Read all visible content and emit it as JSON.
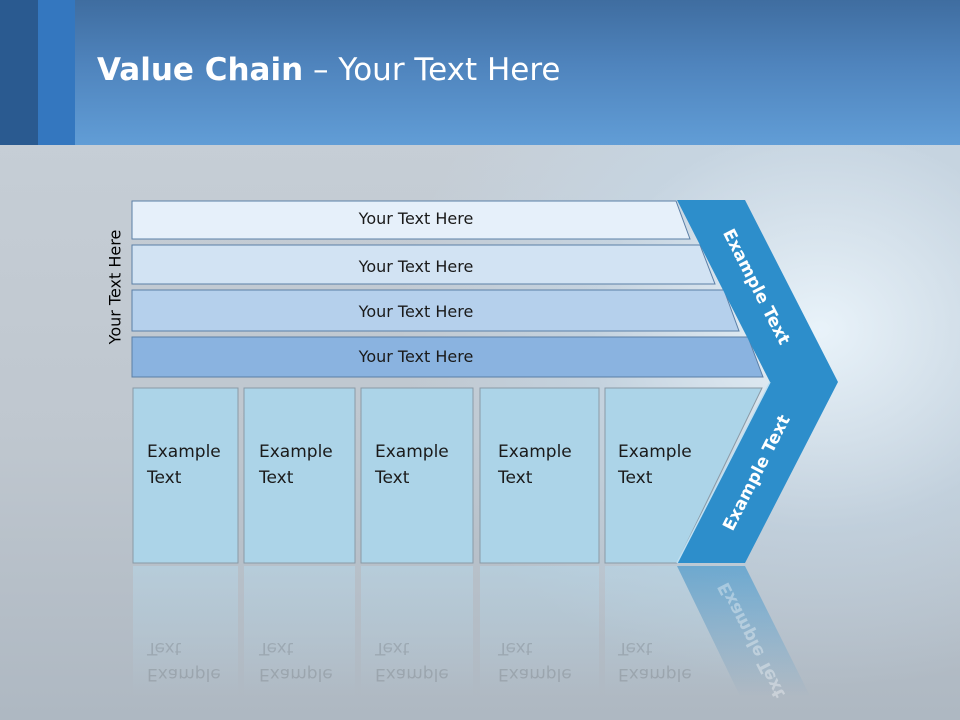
{
  "slide": {
    "title_bold": "Value Chain",
    "title_rest": " – Your Text Here",
    "side_label": "Your Text Here"
  },
  "support_rows": [
    {
      "label": "Your Text Here",
      "color": "#e6f0fa"
    },
    {
      "label": "Your Text Here",
      "color": "#d2e3f3"
    },
    {
      "label": "Your Text Here",
      "color": "#b5d0ec"
    },
    {
      "label": "Your Text Here",
      "color": "#8ab3e0"
    }
  ],
  "primary_cells": [
    {
      "line1": "Example",
      "line2": "Text"
    },
    {
      "line1": "Example",
      "line2": "Text"
    },
    {
      "line1": "Example",
      "line2": "Text"
    },
    {
      "line1": "Example",
      "line2": "Text"
    },
    {
      "line1": "Example",
      "line2": "Text"
    }
  ],
  "margin_arrow": {
    "top_text": "Example Text",
    "bottom_text": "Example Text",
    "color": "#2d8ecb"
  },
  "colors": {
    "header": "#4f84bd",
    "cell_fill": "#acd4e8"
  }
}
